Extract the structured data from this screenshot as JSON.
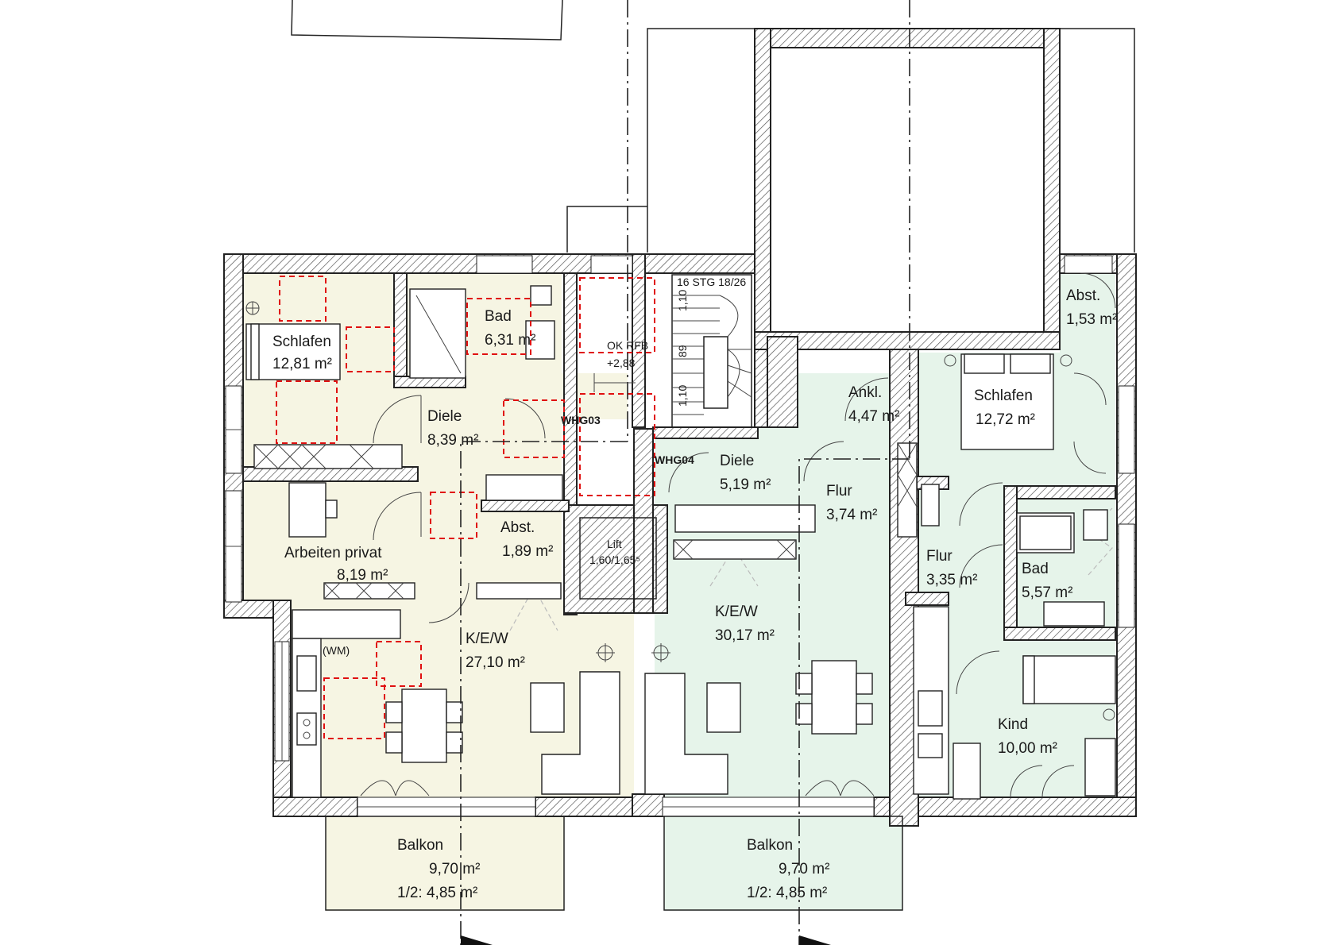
{
  "colors": {
    "unit_left_fill": "#f6f5e3",
    "unit_right_fill": "#e6f4ea",
    "wall_stroke": "#222222",
    "hatch": "#555555",
    "emphasis_dash": "#e01010"
  },
  "rooms": {
    "schlafen_left": {
      "name": "Schlafen",
      "area": "12,81 m²"
    },
    "bad_left": {
      "name": "Bad",
      "area": "6,31 m²"
    },
    "diele_left": {
      "name": "Diele",
      "area": "8,39 m²"
    },
    "arbeiten": {
      "name": "Arbeiten privat",
      "area": "8,19 m²"
    },
    "abst_left": {
      "name": "Abst.",
      "area": "1,89 m²"
    },
    "kew_left": {
      "name": "K/E/W",
      "area": "27,10 m²"
    },
    "wm": {
      "name": "(WM)"
    },
    "balkon_left": {
      "name": "Balkon",
      "area": "9,70 m²",
      "half": "1/2: 4,85 m²"
    },
    "diele_right": {
      "name": "Diele",
      "area": "5,19 m²"
    },
    "flur_1": {
      "name": "Flur",
      "area": "3,74 m²"
    },
    "ankl": {
      "name": "Ankl.",
      "area": "4,47 m²"
    },
    "schlafen_right": {
      "name": "Schlafen",
      "area": "12,72 m²"
    },
    "abst_right": {
      "name": "Abst.",
      "area": "1,53 m²"
    },
    "flur_2": {
      "name": "Flur",
      "area": "3,35 m²"
    },
    "bad_right": {
      "name": "Bad",
      "area": "5,57 m²"
    },
    "kew_right": {
      "name": "K/E/W",
      "area": "30,17 m²"
    },
    "kind": {
      "name": "Kind",
      "area": "10,00 m²"
    },
    "balkon_right": {
      "name": "Balkon",
      "area": "9,70 m²",
      "half": "1/2: 4,85 m²"
    }
  },
  "stair": {
    "label": "16 STG 18/26",
    "dim1": "1,10",
    "dim2": "89",
    "dim3": "1,10"
  },
  "level": {
    "label": "OK RFB",
    "value": "+2,88"
  },
  "lift": {
    "name": "Lift",
    "size": "1,60/1,65⁵"
  },
  "unit_tags": {
    "left": "WHG03",
    "right": "WHG04"
  }
}
